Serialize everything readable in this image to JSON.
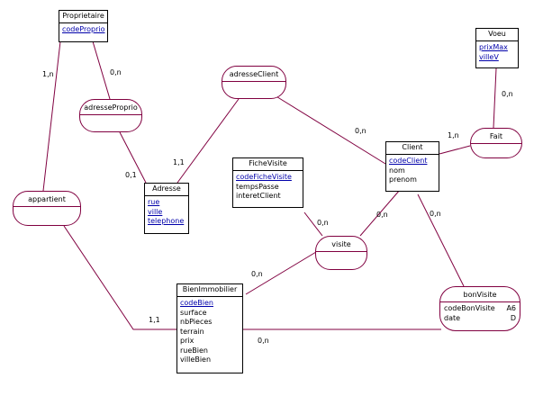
{
  "entities": {
    "proprietaire": {
      "title": "Proprietaire",
      "keys": [
        "codeProprio"
      ],
      "attrs": []
    },
    "voeu": {
      "title": "Voeu",
      "keys": [
        "prixMax",
        "villeV"
      ],
      "attrs": []
    },
    "client": {
      "title": "Client",
      "keys": [
        "codeClient"
      ],
      "attrs": [
        "nom",
        "prenom"
      ]
    },
    "fichevisite": {
      "title": "FicheVisite",
      "keys": [
        "codeFicheVisite"
      ],
      "attrs": [
        "tempsPasse",
        "interetClient"
      ]
    },
    "adresse": {
      "title": "Adresse",
      "keys": [
        "rue",
        "ville",
        "telephone"
      ],
      "attrs": []
    },
    "bienimmobilier": {
      "title": "BienImmobilier",
      "keys": [
        "codeBien"
      ],
      "attrs": [
        "surface",
        "nbPieces",
        "terrain",
        "prix",
        "rueBien",
        "villeBien"
      ]
    }
  },
  "relations": {
    "adresseproprio": {
      "title": "adresseProprio"
    },
    "adresseclient": {
      "title": "adresseClient"
    },
    "fait": {
      "title": "Fait"
    },
    "appartient": {
      "title": "appartient"
    },
    "visite": {
      "title": "visite"
    },
    "bonvisite": {
      "title": "bonVisite",
      "attrs": [
        {
          "name": "codeBonVisite",
          "flag": "A6"
        },
        {
          "name": "date",
          "flag": "D"
        }
      ]
    }
  },
  "cardinalities": {
    "c_appart_prop": "1,n",
    "c_adrprop_prop": "0,n",
    "c_adrprop_adr": "0,1",
    "c_adrcli_adr": "1,1",
    "c_adrcli_cli": "0,n",
    "c_fait_voeu": "0,n",
    "c_fait_cli": "1,n",
    "c_visite_fiche": "0,n",
    "c_visite_cli": "0,n",
    "c_bonv_cli": "0,n",
    "c_visite_bien": "0,n",
    "c_appart_bien": "1,1",
    "c_bonv_bien": "0,n"
  },
  "colors": {
    "entity_border": "#000000",
    "relation_border": "#800040",
    "line": "#800040",
    "key_text": "#0000aa"
  }
}
